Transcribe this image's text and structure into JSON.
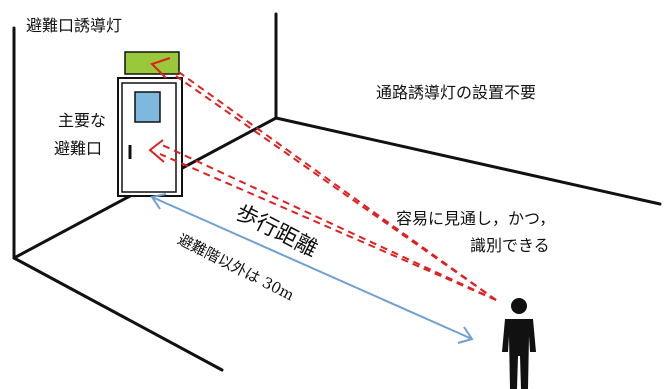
{
  "labels": {
    "exit_sign": "避難口誘導灯",
    "main_exit_line1": "主要な",
    "main_exit_line2": "避難口",
    "guide_light_not_required": "通路誘導灯の設置不要",
    "easily_visible_line1": "容易に見通し，かつ，",
    "easily_visible_line2": "識別できる",
    "walking_distance": "歩行距離",
    "distance_limit": "避難階以外は 30m"
  },
  "colors": {
    "wall_lines": "#111111",
    "sign_fill": "#99c83a",
    "door_window_fill": "#7fb8dd",
    "sight_lines": "#e02020",
    "distance_arrow": "#6f9fd4",
    "person": "#111111"
  }
}
